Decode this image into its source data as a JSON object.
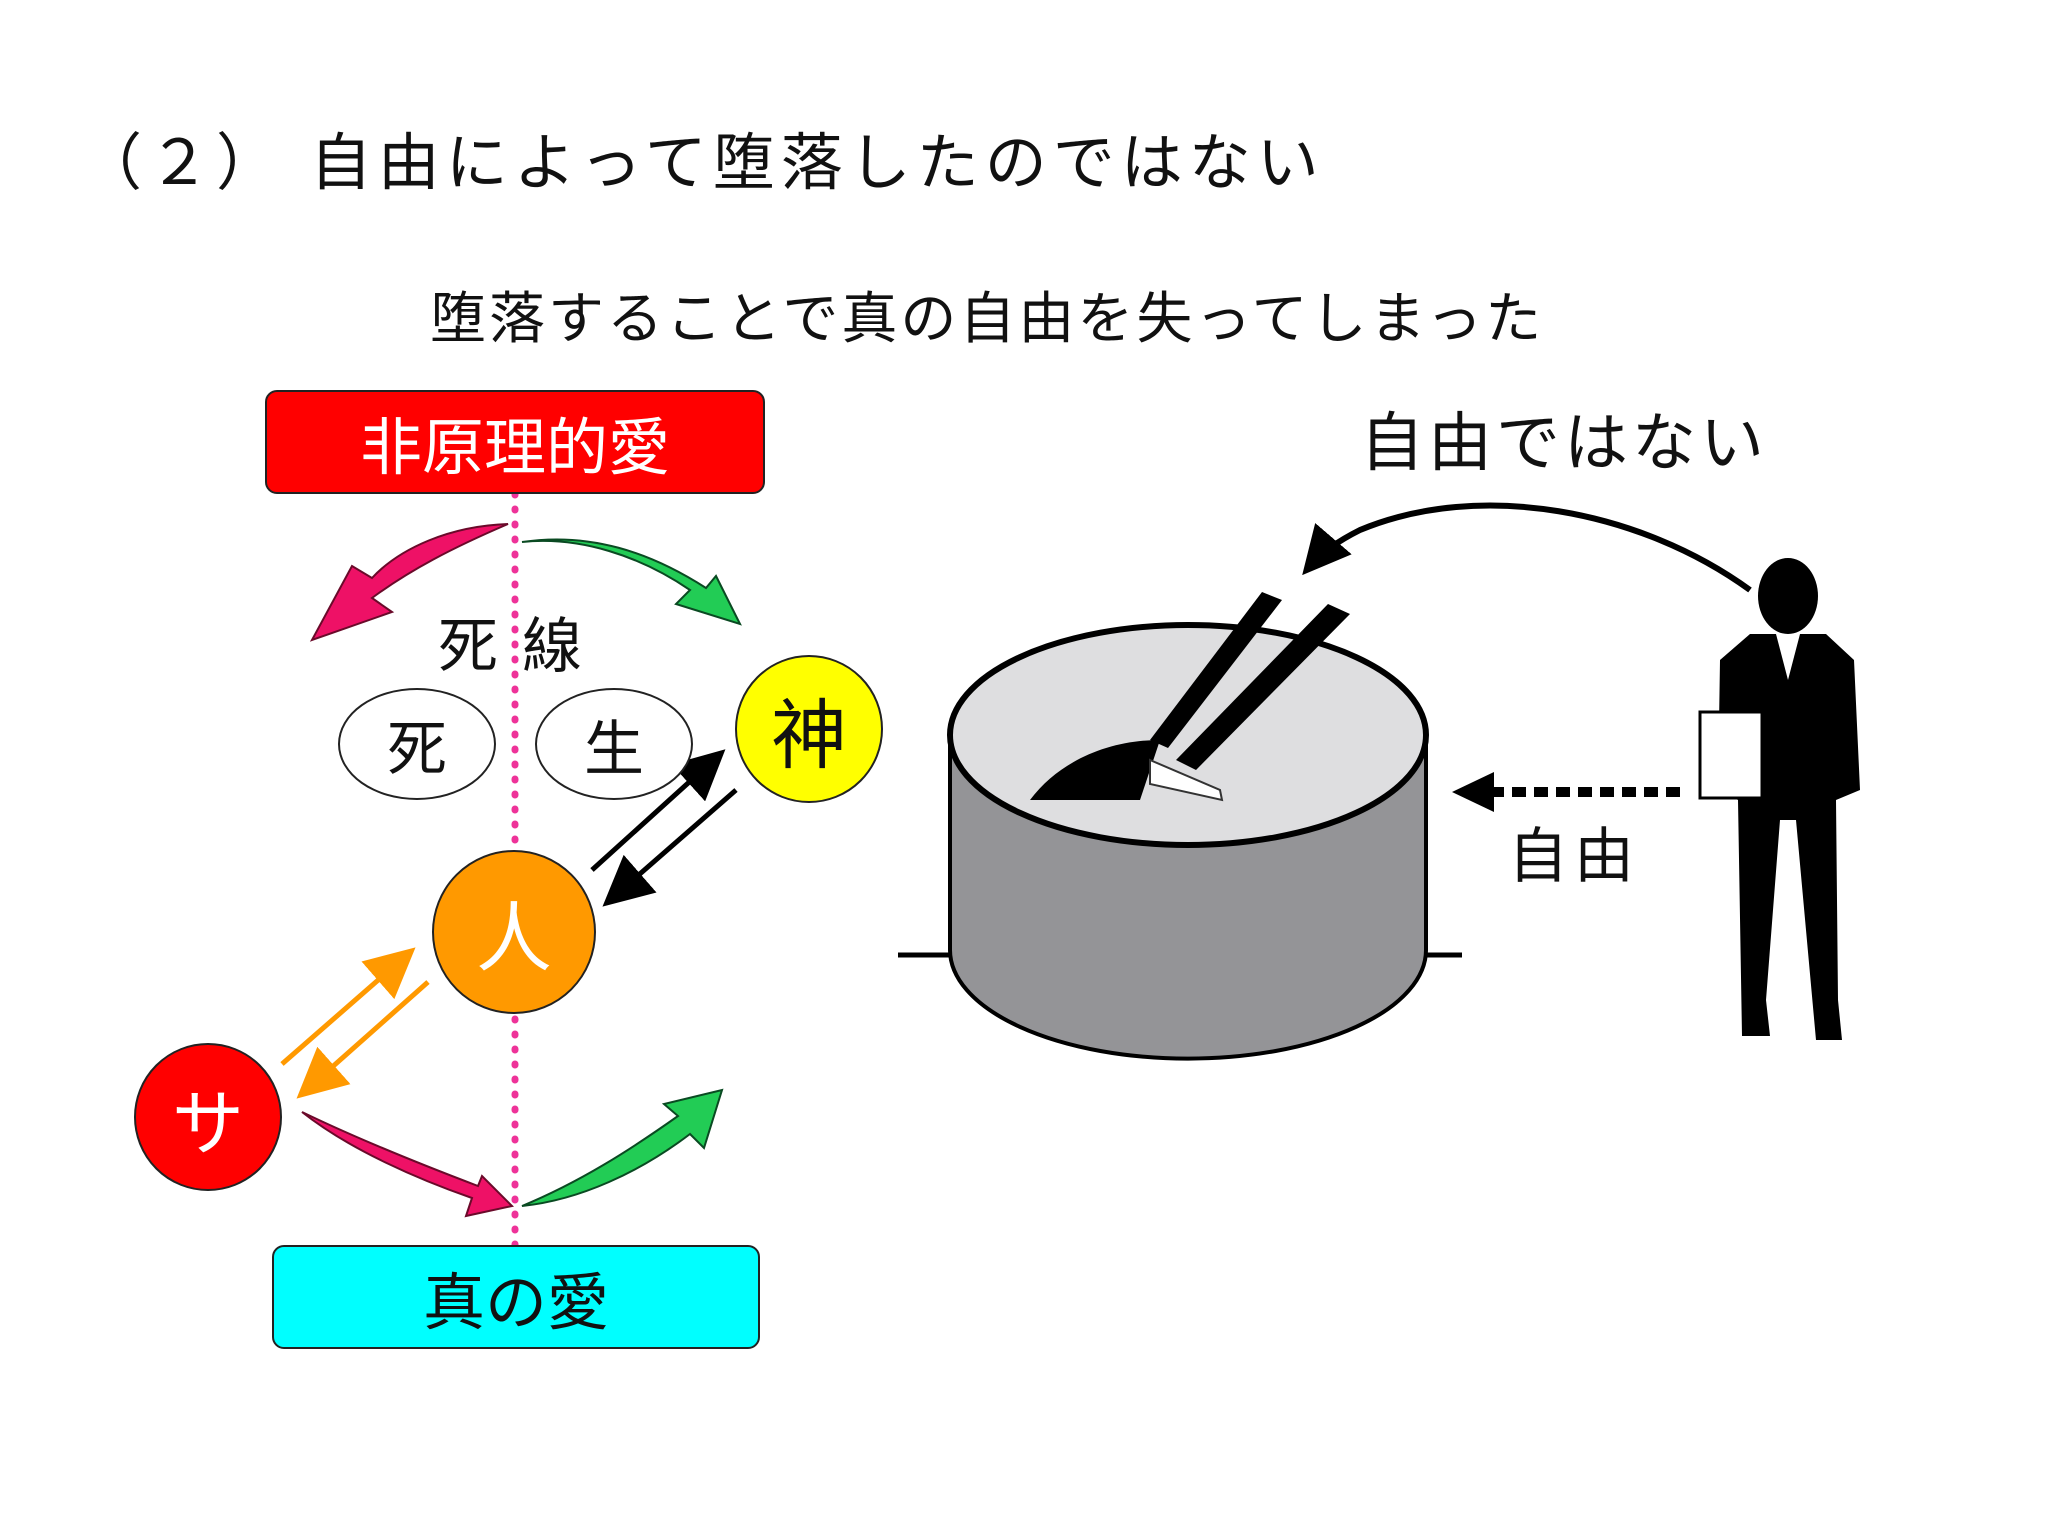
{
  "heading": "（２） 自由によって堕落したのではない",
  "subheading": "堕落することで真の自由を失ってしまった",
  "diagram": {
    "top_box": "非原理的愛",
    "bottom_box": "真の愛",
    "death_line_left": "死",
    "death_line_right": "線",
    "circle_death": "死",
    "circle_life": "生",
    "god": "神",
    "human": "人",
    "satan": "サ",
    "colors": {
      "red": "#ff0000",
      "cyan": "#00ffff",
      "yellow": "#ffff00",
      "orange": "#ff9900",
      "pink": "#ee1166",
      "green": "#22cc55",
      "dotted_line": "#ee3399"
    }
  },
  "illustration": {
    "label_not_free": "自由ではない",
    "label_free": "自由",
    "icons": [
      "cake-icon",
      "knife-fork-icon",
      "businessman-icon"
    ]
  }
}
